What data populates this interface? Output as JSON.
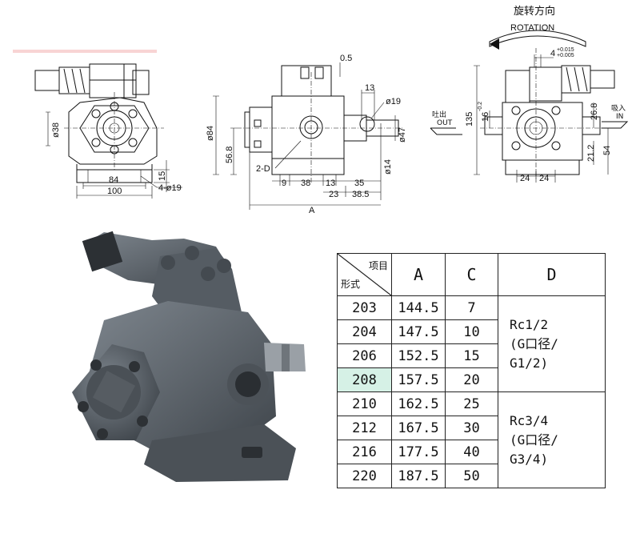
{
  "rotation": {
    "label_cn": "旋转方向",
    "label_en": "ROTATION"
  },
  "front_view": {
    "dims": {
      "shaft_dia": "ø38",
      "base_width": "100",
      "hole_pitch": "84",
      "base_height": "15",
      "holes": "4-ø19"
    }
  },
  "side_view": {
    "dims": {
      "top_offset": "0.5",
      "port_offset": "13",
      "port_dia": "ø19",
      "height_total": "ø84",
      "center_height": "56.8",
      "port_label": "2-D",
      "shaft_dia": "ø47",
      "shaft_key": "ø14",
      "d1": "9",
      "d2": "38",
      "d3": "13",
      "d4": "35",
      "d5": "23",
      "d6": "38.5",
      "overall": "A"
    }
  },
  "rear_view": {
    "dims": {
      "key_tol": "4",
      "height_total": "135",
      "key_dim": "16",
      "right_offset": "26.8",
      "low1": "21.2",
      "low2": "54",
      "base_left": "24",
      "base_right": "24"
    },
    "out_label_cn": "吐出",
    "out_label_en": "OUT",
    "in_label_cn": "吸入",
    "in_label_en": "IN"
  },
  "table": {
    "corner_top": "项目",
    "corner_bottom": "形式",
    "headers": [
      "A",
      "C",
      "D"
    ],
    "rows": [
      {
        "model": "203",
        "a": "144.5",
        "c": "7"
      },
      {
        "model": "204",
        "a": "147.5",
        "c": "10"
      },
      {
        "model": "206",
        "a": "152.5",
        "c": "15"
      },
      {
        "model": "208",
        "a": "157.5",
        "c": "20"
      },
      {
        "model": "210",
        "a": "162.5",
        "c": "25"
      },
      {
        "model": "212",
        "a": "167.5",
        "c": "30"
      },
      {
        "model": "216",
        "a": "177.5",
        "c": "40"
      },
      {
        "model": "220",
        "a": "187.5",
        "c": "50"
      }
    ],
    "d_groups": [
      {
        "lines": [
          "Rc1/2",
          "(G口径/",
          "G1/2)"
        ]
      },
      {
        "lines": [
          "Rc3/4",
          "(G口径/",
          "G3/4)"
        ]
      }
    ],
    "highlight_model": "208"
  }
}
